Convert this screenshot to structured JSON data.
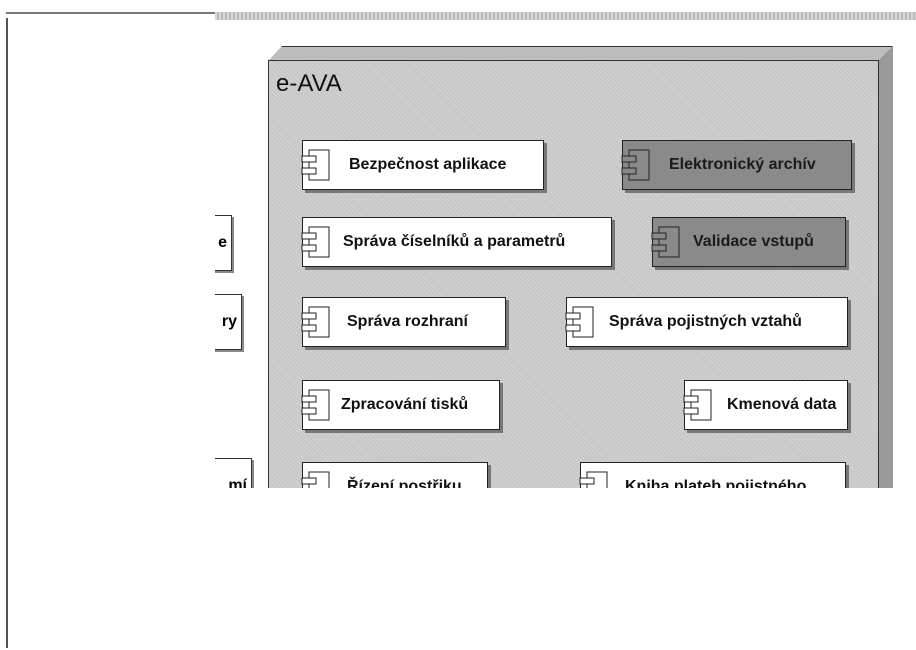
{
  "package": {
    "title": "e-AVA"
  },
  "components": [
    {
      "label": "Bezpečnost aplikace",
      "style": "white"
    },
    {
      "label": "Elektronický archív",
      "style": "dark"
    },
    {
      "label": "Správa číselníků a parametrů",
      "style": "white"
    },
    {
      "label": "Validace vstupů",
      "style": "dark"
    },
    {
      "label": "Správa rozhraní",
      "style": "white"
    },
    {
      "label": "Správa pojistných vztahů",
      "style": "white"
    },
    {
      "label": "Zpracování tisků",
      "style": "white"
    },
    {
      "label": "Kmenová data",
      "style": "white"
    },
    {
      "label": "Řízení postřiku",
      "style": "white"
    },
    {
      "label": "Kniha plateb pojistného",
      "style": "white"
    }
  ],
  "left_partial_labels": [
    "e",
    "ry",
    "mí"
  ],
  "colors": {
    "package_fill": "#cfcfcf",
    "dark_component": "#8a8a8a",
    "border": "#222222"
  }
}
